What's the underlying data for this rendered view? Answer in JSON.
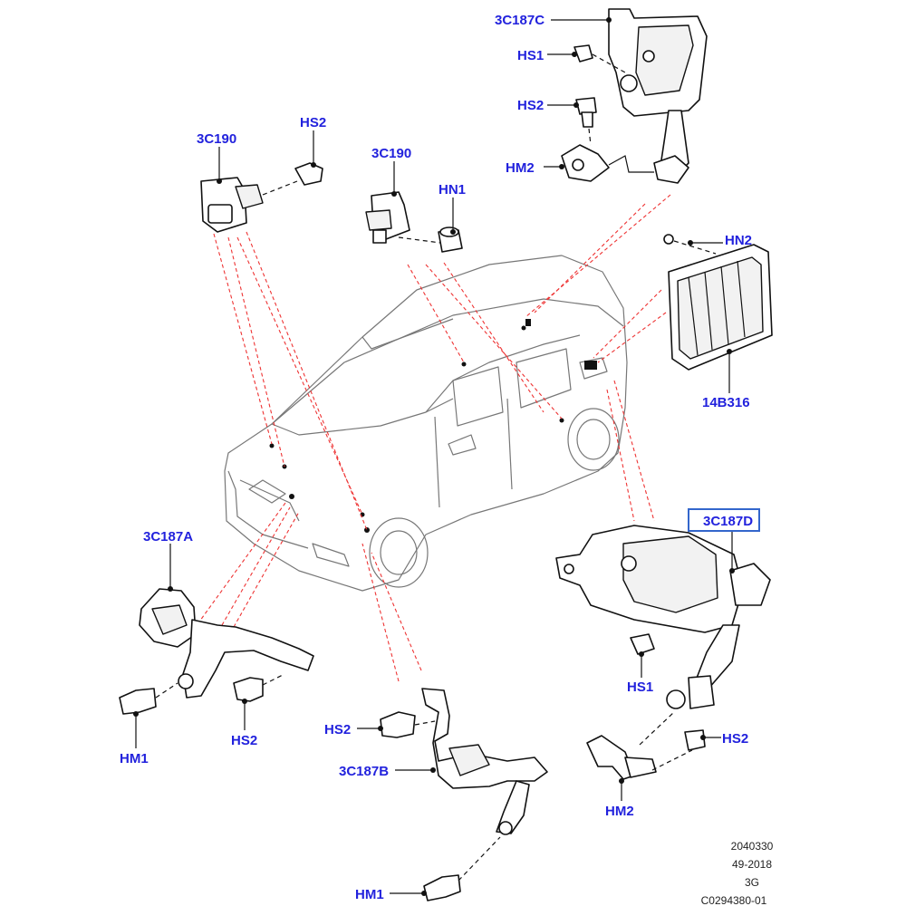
{
  "labels": {
    "c187c": "3C187C",
    "hs1_top": "HS1",
    "hs2_top": "HS2",
    "hm2_top": "HM2",
    "c190_left": "3C190",
    "hs2_left": "HS2",
    "c190_mid": "3C190",
    "hn1": "HN1",
    "hn2": "HN2",
    "b316": "14B316",
    "c187d": "3C187D",
    "c187a": "3C187A",
    "hm1_left": "HM1",
    "hs2_lower_left": "HS2",
    "hs2_bottom": "HS2",
    "c187b": "3C187B",
    "hm1_bottom": "HM1",
    "hs1_right": "HS1",
    "hs2_right": "HS2",
    "hm2_right": "HM2"
  },
  "reference": {
    "line1": "2040330",
    "line2": "49-2018",
    "line3": "3G",
    "line4": "C0294380-01"
  },
  "colors": {
    "label": "#2222dd",
    "callout_line": "#ee3333",
    "highlight_box": "#3366cc"
  }
}
